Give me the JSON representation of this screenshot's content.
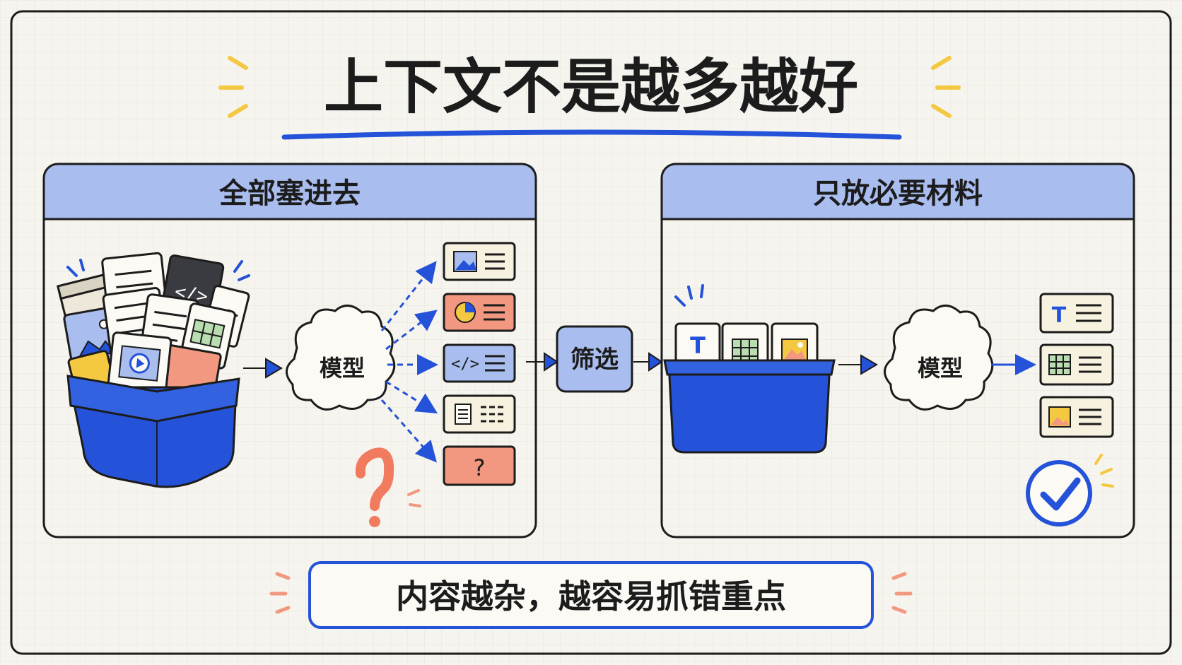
{
  "title": "上下文不是越多越好",
  "colors": {
    "blue": "#2452d8",
    "light_blue": "#a9bdef",
    "salmon": "#f29880",
    "cream": "#f7f1df",
    "ink": "#1c1c1c"
  },
  "left_panel": {
    "header": "全部塞进去",
    "model_label": "模型",
    "outputs_question_mark": "?"
  },
  "filter_label": "筛选",
  "right_panel": {
    "header": "只放必要材料",
    "model_label": "模型",
    "card_text_letter": "T"
  },
  "bottom_note": "内容越杂，越容易抓错重点",
  "icons": [
    "document-icon",
    "code-icon",
    "image-icon",
    "video-icon",
    "spreadsheet-icon",
    "pie-chart-icon",
    "text-icon",
    "question-mark-icon",
    "check-circle-icon",
    "arrow-icon",
    "cloud-icon",
    "basket-icon"
  ]
}
